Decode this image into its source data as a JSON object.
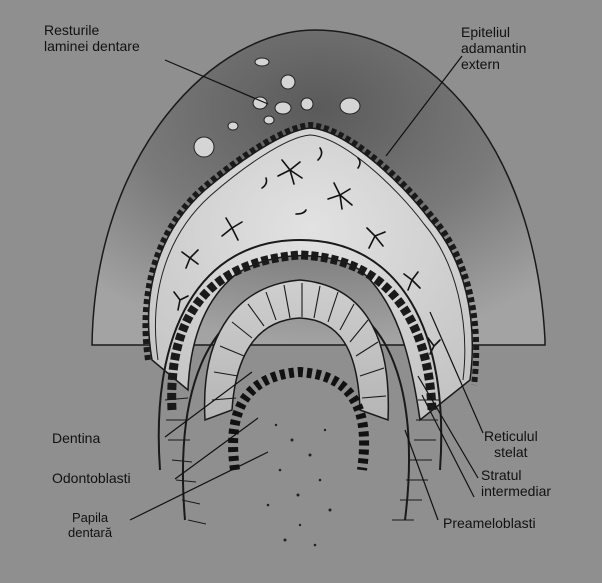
{
  "labels": {
    "resturile": "Resturile\nlaminei dentare",
    "epiteliul": "Epiteliul\nadamantin\nextern",
    "dentina": "Dentina",
    "odontoblasti": "Odontoblasti",
    "papila": "Papila\ndentară",
    "reticulul": "Reticulul\nstelat",
    "stratul": "Stratul\nintermediar",
    "preameloblasti": "Preameloblasti"
  },
  "colors": {
    "background": "#8f8f8f",
    "tissue_light": "#d8d8d8",
    "ink": "#151515"
  }
}
